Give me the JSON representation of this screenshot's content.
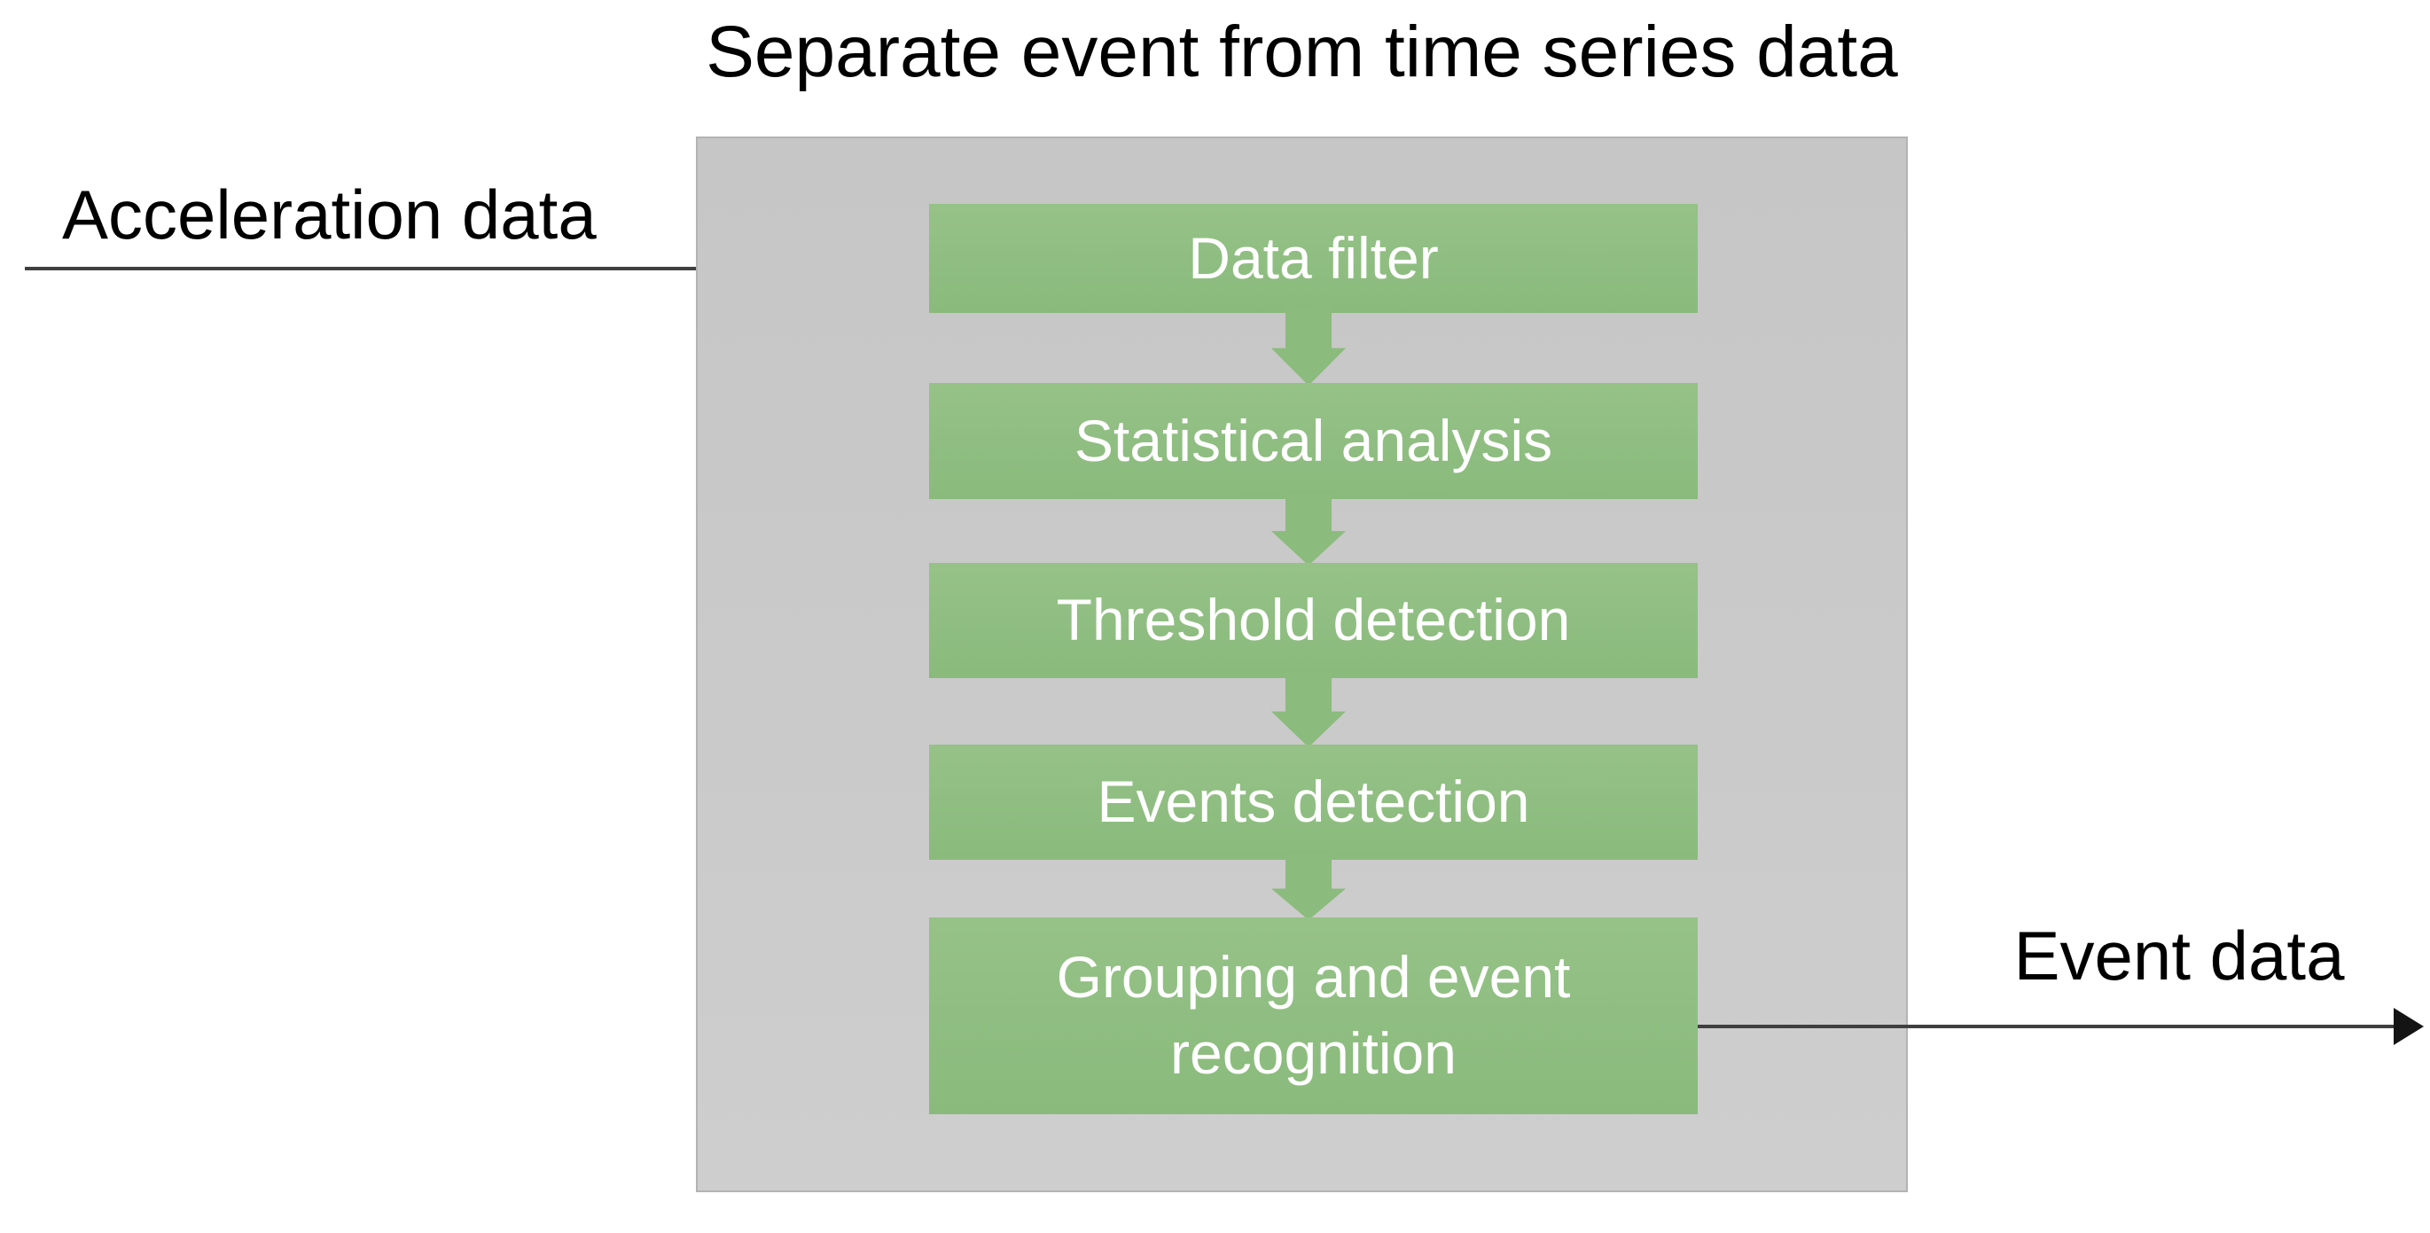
{
  "title": "Separate event from time series data",
  "diagram": {
    "input_label": "Acceleration data",
    "output_label": "Event data",
    "steps": [
      {
        "label": "Data filter"
      },
      {
        "label": "Statistical analysis"
      },
      {
        "label": "Threshold detection"
      },
      {
        "label": "Events detection"
      },
      {
        "label": "Grouping and event recognition"
      }
    ]
  },
  "icons": {
    "connector": "down-arrow-icon",
    "input_arrow": "right-arrowhead-icon",
    "output_arrow": "right-arrowhead-icon"
  },
  "colors": {
    "step_green": "#8fbe81",
    "container_gray": "#c9c9c9",
    "container_border": "#b3b3b3",
    "flow_line": "#3f3f3f",
    "arrowhead_black": "#141414",
    "step_text": "#ffffff",
    "label_text": "#000000",
    "background": "#ffffff"
  }
}
